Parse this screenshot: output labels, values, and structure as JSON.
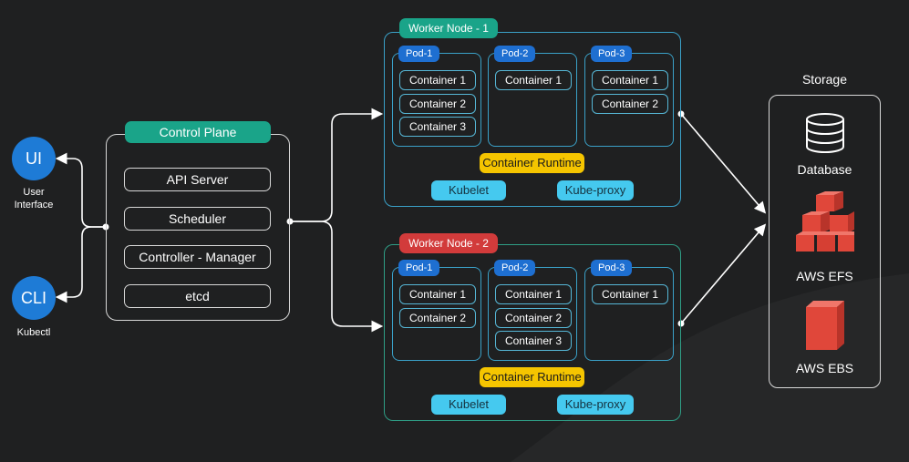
{
  "colors": {
    "background": "#1f2021",
    "control_plane_tag": "#1aa489",
    "worker1_tag": "#1aa489",
    "worker2_tag": "#d23b3b",
    "pod_tag": "#1e6fd1",
    "container_runtime": "#f5c500",
    "kube_chips": "#45c9ef",
    "client_circle": "#1e7bd6",
    "aws_red": "#e0473a"
  },
  "clients": [
    {
      "icon_text": "UI",
      "label": "User Interface"
    },
    {
      "icon_text": "CLI",
      "label": "Kubectl"
    }
  ],
  "control_plane": {
    "title": "Control Plane",
    "items": [
      "API Server",
      "Scheduler",
      "Controller - Manager",
      "etcd"
    ]
  },
  "workers": [
    {
      "title": "Worker Node - 1",
      "pods": [
        {
          "name": "Pod-1",
          "containers": [
            "Container 1",
            "Container 2",
            "Container 3"
          ]
        },
        {
          "name": "Pod-2",
          "containers": [
            "Container 1"
          ]
        },
        {
          "name": "Pod-3",
          "containers": [
            "Container 1",
            "Container 2"
          ]
        }
      ],
      "runtime": "Container Runtime",
      "kubelet": "Kubelet",
      "kube_proxy": "Kube-proxy"
    },
    {
      "title": "Worker Node - 2",
      "pods": [
        {
          "name": "Pod-1",
          "containers": [
            "Container 1",
            "Container 2"
          ]
        },
        {
          "name": "Pod-2",
          "containers": [
            "Container 1",
            "Container 2",
            "Container 3"
          ]
        },
        {
          "name": "Pod-3",
          "containers": [
            "Container 1"
          ]
        }
      ],
      "runtime": "Container Runtime",
      "kubelet": "Kubelet",
      "kube_proxy": "Kube-proxy"
    }
  ],
  "storage": {
    "title": "Storage",
    "items": [
      {
        "label": "Database",
        "icon": "database-icon"
      },
      {
        "label": "AWS EFS",
        "icon": "aws-efs-icon"
      },
      {
        "label": "AWS EBS",
        "icon": "aws-ebs-icon"
      }
    ]
  }
}
